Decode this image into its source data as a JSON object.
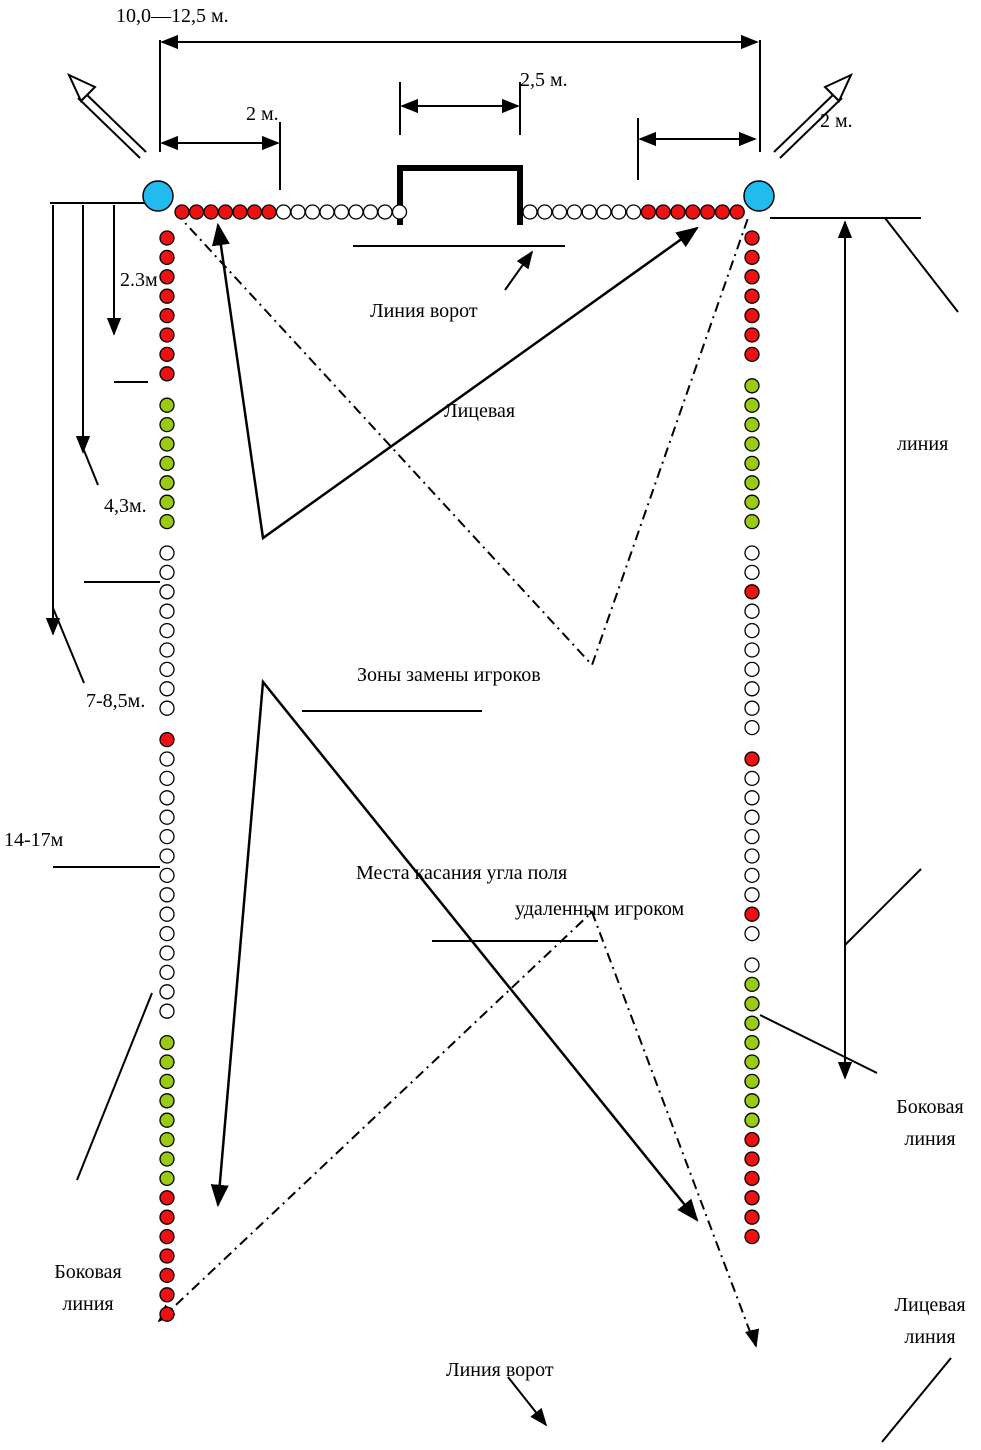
{
  "labels": {
    "total_width": "10,0—12,5 м.",
    "goal_width": "2,5 м.",
    "corner_left": "2 м.",
    "corner_right": "2 м.",
    "dist_23": "2.3м",
    "dist_43": "4,3м.",
    "dist_78": "7-8,5м.",
    "dist_1417": "14-17м",
    "goal_line_top": "Линия ворот",
    "face_line_top": "Лицевая",
    "line_right": "линия",
    "sub_zones": "Зоны замены игроков",
    "touch_line1": "Места касания угла поля",
    "touch_line2": "удаленным игроком",
    "side_right_1": "Боковая",
    "side_right_2": "линия",
    "side_left_1": "Боковая",
    "side_left_2": "линия",
    "face_right_1": "Лицевая",
    "face_right_2": "линия",
    "goal_line_bottom": "Линия ворот"
  },
  "colors": {
    "red": "#ee1111",
    "green": "#99cc11",
    "white": "#ffffff",
    "corner": "#22bbee",
    "line": "#000000"
  },
  "dot_sequences": {
    "top_row": [
      "red",
      "red",
      "red",
      "red",
      "red",
      "red",
      "red",
      "white",
      "white",
      "white",
      "white",
      "white",
      "white",
      "white",
      "white",
      "white"
    ],
    "top_row_right": [
      "white",
      "white",
      "white",
      "white",
      "white",
      "white",
      "white",
      "white",
      "red",
      "red",
      "red",
      "red",
      "red",
      "red",
      "red"
    ],
    "left_column": [
      "red",
      "red",
      "red",
      "red",
      "red",
      "red",
      "red",
      "red",
      "green",
      "green",
      "green",
      "green",
      "green",
      "green",
      "green",
      "white",
      "white",
      "white",
      "white",
      "white",
      "white",
      "white",
      "white",
      "white",
      "red",
      "white",
      "white",
      "white",
      "white",
      "white",
      "white",
      "white",
      "white",
      "white",
      "white",
      "white",
      "white",
      "white",
      "white",
      "green",
      "green",
      "green",
      "green",
      "green",
      "green",
      "green",
      "green",
      "red",
      "red",
      "red",
      "red",
      "red",
      "red",
      "red"
    ],
    "right_column": [
      "red",
      "red",
      "red",
      "red",
      "red",
      "red",
      "red",
      "green",
      "green",
      "green",
      "green",
      "green",
      "green",
      "green",
      "green",
      "white",
      "white",
      "red",
      "white",
      "white",
      "white",
      "white",
      "white",
      "white",
      "white",
      "red",
      "white",
      "white",
      "white",
      "white",
      "white",
      "white",
      "white",
      "red",
      "white",
      "white",
      "green",
      "green",
      "green",
      "green",
      "green",
      "green",
      "green",
      "green",
      "red",
      "red",
      "red",
      "red",
      "red",
      "red"
    ]
  }
}
